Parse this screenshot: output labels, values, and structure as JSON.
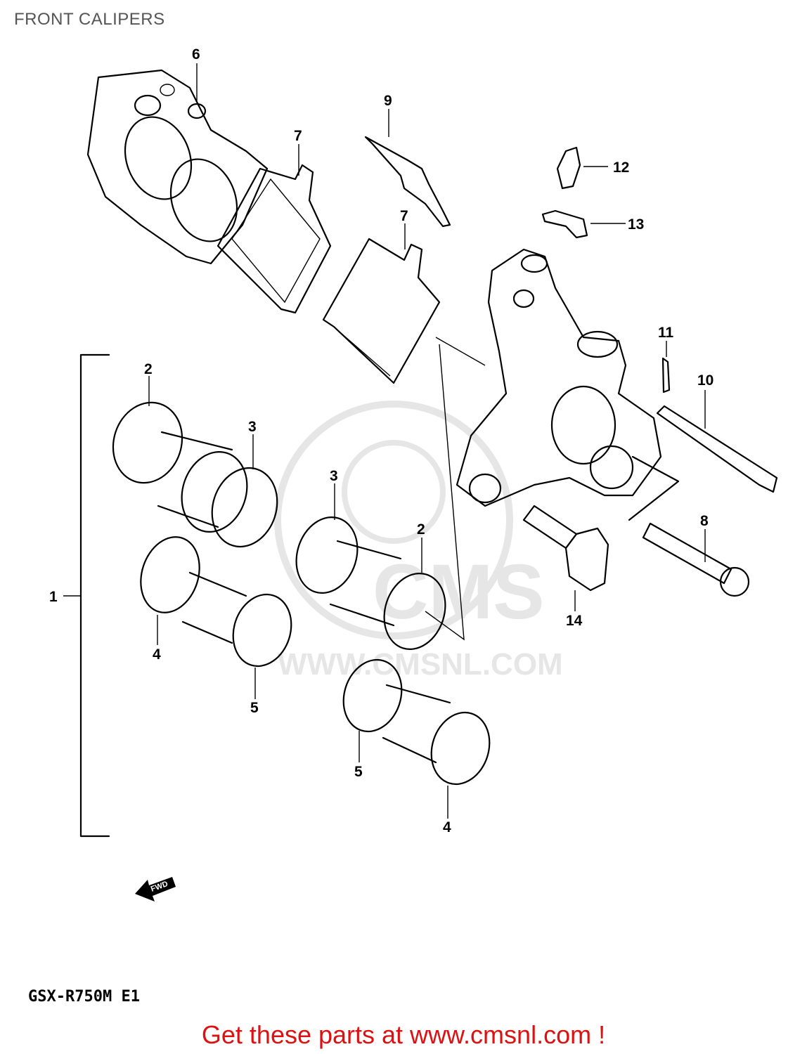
{
  "page": {
    "title": "FRONT CALIPERS"
  },
  "diagram": {
    "model_code": "GSX-R750M E1",
    "fwd_label": "FWD",
    "watermark": {
      "brand": "CMS",
      "url": "WWW.CMSNL.COM"
    },
    "callouts": [
      "1",
      "2",
      "3",
      "4",
      "5",
      "6",
      "7",
      "8",
      "9",
      "10",
      "11",
      "12",
      "13",
      "14"
    ]
  },
  "footer": {
    "promo": "Get these parts at www.cmsnl.com !"
  },
  "colors": {
    "promo": "#dd1111",
    "title": "#555555",
    "watermark": "#e6e6e6"
  }
}
